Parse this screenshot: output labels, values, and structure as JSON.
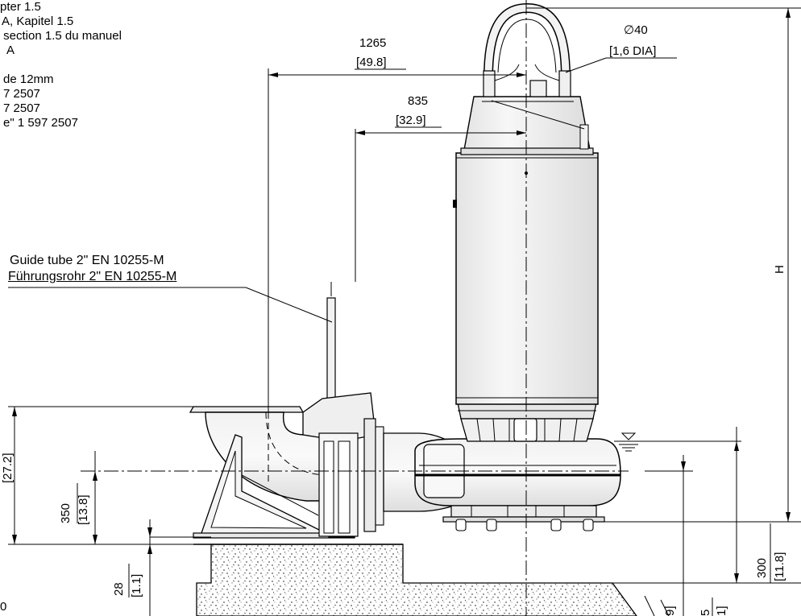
{
  "notes": {
    "lines": [
      "pter 1.5",
      "A, Kapitel 1.5",
      " section 1.5 du manuel",
      "A",
      "",
      "de 12mm",
      "7 2507",
      "7 2507",
      "e\" 1 597 2507"
    ],
    "bottom_fragment": "0"
  },
  "dimensions": {
    "d1265_mm": "1265",
    "d1265_in": "[49.8]",
    "d835_mm": "835",
    "d835_in": "[32.9]",
    "dia_mm": "∅40",
    "dia_in": "[1,6 DIA]",
    "height_label": "H",
    "d27_in": "[27.2]",
    "d350_mm": "350",
    "d350_in": "[13.8]",
    "d28_mm": "28",
    "d28_in": "[1.1]",
    "d300_mm": "300",
    "d300_in": "[11.8]",
    "frag_a": "9]",
    "frag_b": "5",
    "frag_c": "1]"
  },
  "labels": {
    "guide_tube_en": "Guide tube 2\" EN 10255-M",
    "guide_tube_de": "Führungsrohr 2\" EN 10255-M"
  }
}
